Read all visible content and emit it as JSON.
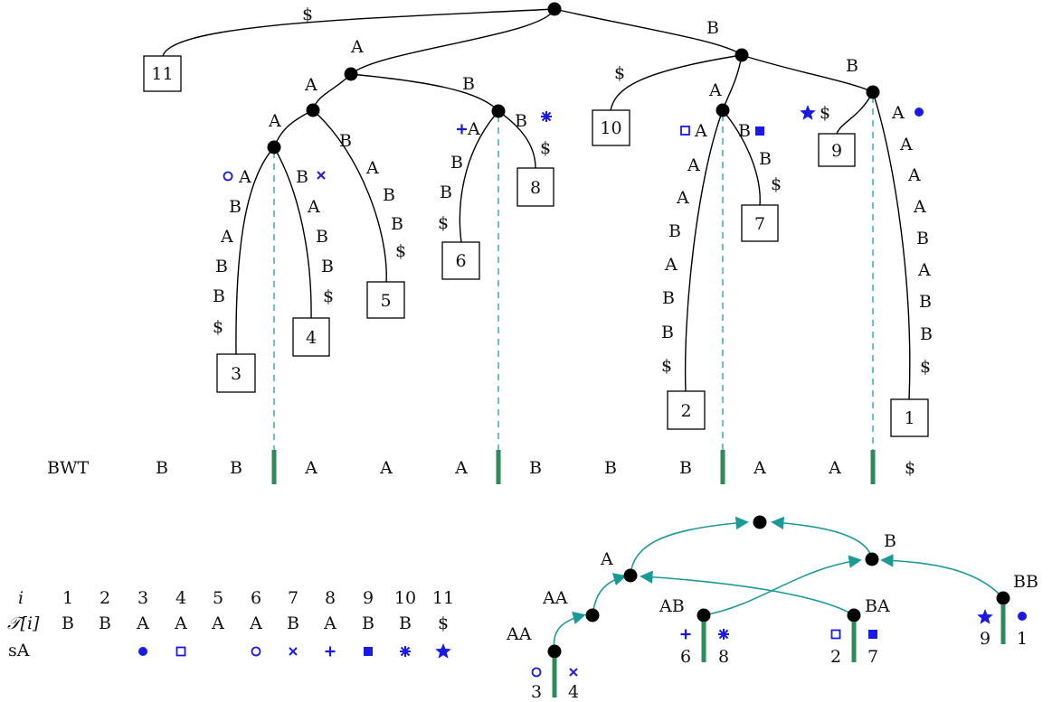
{
  "tree": {
    "leaf_ids": [
      "11",
      "10",
      "9",
      "8",
      "7",
      "6",
      "5",
      "4",
      "3",
      "2",
      "1"
    ],
    "edges": {
      "root_dollar": "$",
      "root_A": "A",
      "root_B": "B",
      "a_A": "A",
      "a_B": "B",
      "aa_A": "A",
      "aa_B": "B",
      "aaa_A": "A",
      "aaa_B": "B",
      "ab_A": "A",
      "ab_B": "B",
      "b_dollar": "$",
      "b_A": "A",
      "b_B": "B",
      "ba_A": "A",
      "ba_B": "B",
      "bb_dollar": "$",
      "bb_A": "A"
    },
    "chains": {
      "leaf3": [
        "B",
        "A",
        "B",
        "B",
        "$"
      ],
      "leaf4": [
        "A",
        "B",
        "B",
        "$"
      ],
      "leaf5": [
        "A",
        "B",
        "B",
        "$"
      ],
      "leaf6": [
        "B",
        "B",
        "$"
      ],
      "leaf8": [
        "$"
      ],
      "leaf2": [
        "A",
        "A",
        "B",
        "A",
        "B",
        "B",
        "$"
      ],
      "leaf7": [
        "B",
        "$"
      ],
      "leaf1": [
        "A",
        "A",
        "A",
        "B",
        "A",
        "B",
        "B",
        "$"
      ]
    }
  },
  "bwt": {
    "label": "BWT",
    "values": [
      "B",
      "B",
      "A",
      "A",
      "A",
      "B",
      "B",
      "B",
      "A",
      "A",
      "$"
    ]
  },
  "table": {
    "header_i": "i",
    "header_T": "𝒯[i]",
    "header_sA": "sA",
    "indices": [
      "1",
      "2",
      "3",
      "4",
      "5",
      "6",
      "7",
      "8",
      "9",
      "10",
      "11"
    ],
    "text": [
      "B",
      "B",
      "A",
      "A",
      "A",
      "A",
      "B",
      "A",
      "B",
      "B",
      "$"
    ],
    "sa_marks": [
      "",
      "",
      "dot",
      "square",
      "",
      "circle",
      "x",
      "plus",
      "filled-square",
      "asterisk",
      "star"
    ]
  },
  "bottom_tree": {
    "labels": {
      "A": "A",
      "B": "B",
      "AA_left": "AA",
      "AA_lower": "AA",
      "AB": "AB",
      "BA": "BA",
      "BB": "BB"
    },
    "leaf_numbers": {
      "aa_left": "3",
      "aa_right": "4",
      "ab_left": "6",
      "ab_right": "8",
      "ba_left": "2",
      "ba_right": "7",
      "bb_left": "9",
      "bb_right": "1"
    }
  },
  "colors": {
    "marker_blue": "#1a1ae6",
    "teal": "#1a9a96",
    "green_bar": "#2e8b57"
  }
}
